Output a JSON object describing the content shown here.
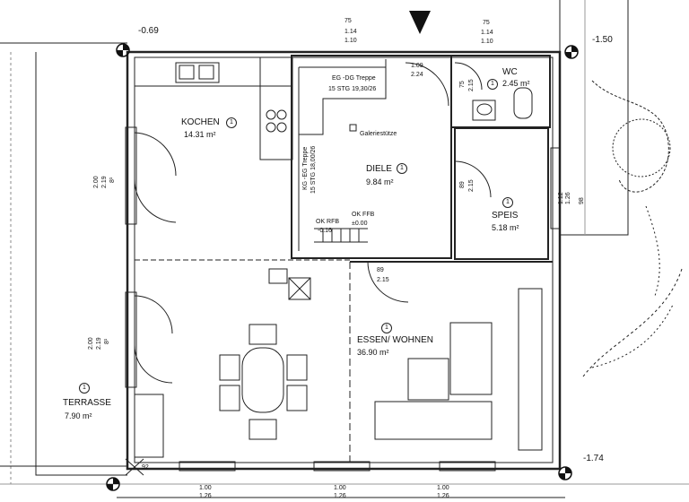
{
  "rooms": [
    {
      "id": "kochen",
      "name": "KOCHEN",
      "number": "1",
      "area": "14.31 m²"
    },
    {
      "id": "diele",
      "name": "DIELE",
      "number": "1",
      "area": "9.84 m²"
    },
    {
      "id": "wc",
      "name": "WC",
      "number": "1",
      "area": "2.45 m²"
    },
    {
      "id": "speis",
      "name": "SPEIS",
      "number": "1",
      "area": "5.18 m²"
    },
    {
      "id": "essen",
      "name": "ESSEN/ WOHNEN",
      "number": "1",
      "area": "36.90 m²"
    },
    {
      "id": "terrasse",
      "name": "TERRASSE",
      "number": "1",
      "area": "7.90 m²"
    }
  ],
  "elevations": {
    "top_left": "-0.69",
    "top_right": "-1.50",
    "bottom_right": "-1.74",
    "ok_rfb_label": "OK RFB",
    "ok_rfb_value": "-0.16",
    "ok_ffb_label": "OK FFB",
    "ok_ffb_value": "±0.00",
    "corner_92": "92"
  },
  "stairs": {
    "upper": "EG -DG Treppe",
    "upper_steps": "15 STG 19,30/26",
    "lower": "KG -EG Treppe",
    "lower_steps": "15 STG 18,00/26",
    "column": "Galeriestütze"
  },
  "dimensions": {
    "top_left_stack": [
      "75",
      "1.14",
      "1.10"
    ],
    "top_right_stack": [
      "75",
      "1.14",
      "1.10"
    ],
    "diele_door": [
      "1.09",
      "2.24"
    ],
    "wc_door": [
      "75",
      "2.15"
    ],
    "speis_door": [
      "89",
      "2.15"
    ],
    "essen_door": [
      "89",
      "2.15"
    ],
    "right_window": [
      "1.12",
      "1.26",
      "98"
    ],
    "kochen_window": [
      "2.00",
      "2.19",
      "8¹"
    ],
    "essen_window": [
      "2.00",
      "2.19",
      "8¹"
    ],
    "bottom_1": [
      "1.00",
      "1.26"
    ],
    "bottom_2": [
      "1.00",
      "1.26"
    ],
    "bottom_3": [
      "1.00",
      "1.26"
    ]
  }
}
